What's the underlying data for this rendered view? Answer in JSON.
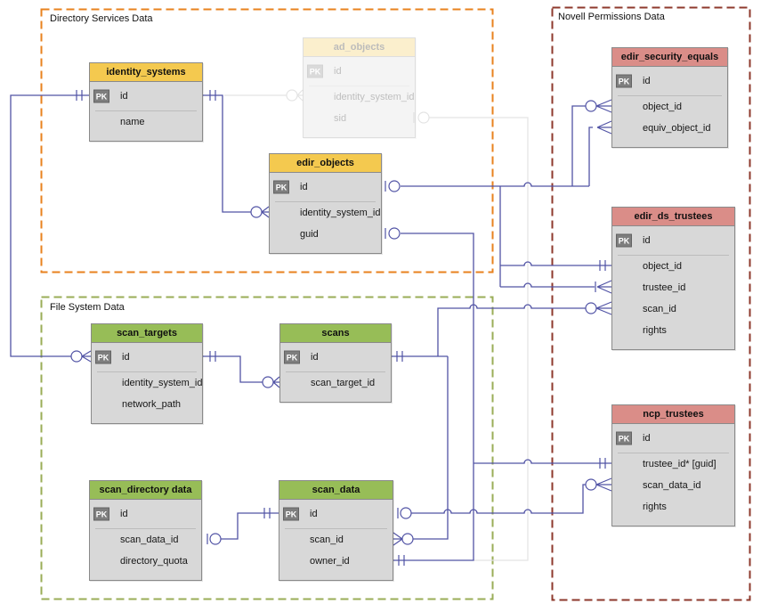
{
  "groups": [
    {
      "key": "directory_services",
      "label": "Directory Services Data",
      "color": "#e8821e"
    },
    {
      "key": "file_system",
      "label": "File System Data",
      "color": "#9aad57"
    },
    {
      "key": "novell_permissions",
      "label": "Novell Permissions Data",
      "color": "#8e392c"
    }
  ],
  "pk_badge": "PK",
  "tables": [
    {
      "key": "identity_systems",
      "title": "identity_systems",
      "header_color": "#f4c94f",
      "ghost": false,
      "fields": [
        {
          "name": "id",
          "pk": true
        },
        {
          "name": "name",
          "pk": false
        }
      ]
    },
    {
      "key": "ad_objects",
      "title": "ad_objects",
      "header_color": "#f4c94f",
      "ghost": true,
      "fields": [
        {
          "name": "id",
          "pk": true
        },
        {
          "name": "identity_system_id",
          "pk": false
        },
        {
          "name": "sid",
          "pk": false
        }
      ]
    },
    {
      "key": "edir_objects",
      "title": "edir_objects",
      "header_color": "#f4c94f",
      "ghost": false,
      "fields": [
        {
          "name": "id",
          "pk": true
        },
        {
          "name": "identity_system_id",
          "pk": false
        },
        {
          "name": "guid",
          "pk": false
        }
      ]
    },
    {
      "key": "edir_security_equals",
      "title": "edir_security_equals",
      "header_color": "#da8d88",
      "ghost": false,
      "fields": [
        {
          "name": "id",
          "pk": true
        },
        {
          "name": "object_id",
          "pk": false
        },
        {
          "name": "equiv_object_id",
          "pk": false
        }
      ]
    },
    {
      "key": "edir_ds_trustees",
      "title": "edir_ds_trustees",
      "header_color": "#da8d88",
      "ghost": false,
      "fields": [
        {
          "name": "id",
          "pk": true
        },
        {
          "name": "object_id",
          "pk": false
        },
        {
          "name": "trustee_id",
          "pk": false
        },
        {
          "name": "scan_id",
          "pk": false
        },
        {
          "name": "rights",
          "pk": false
        }
      ]
    },
    {
      "key": "ncp_trustees",
      "title": "ncp_trustees",
      "header_color": "#da8d88",
      "ghost": false,
      "fields": [
        {
          "name": "id",
          "pk": true
        },
        {
          "name": "trustee_id* [guid]",
          "pk": false
        },
        {
          "name": "scan_data_id",
          "pk": false
        },
        {
          "name": "rights",
          "pk": false
        }
      ]
    },
    {
      "key": "scan_targets",
      "title": "scan_targets",
      "header_color": "#97bd57",
      "ghost": false,
      "fields": [
        {
          "name": "id",
          "pk": true
        },
        {
          "name": "identity_system_id",
          "pk": false
        },
        {
          "name": "network_path",
          "pk": false
        }
      ]
    },
    {
      "key": "scans",
      "title": "scans",
      "header_color": "#97bd57",
      "ghost": false,
      "fields": [
        {
          "name": "id",
          "pk": true
        },
        {
          "name": "scan_target_id",
          "pk": false
        }
      ]
    },
    {
      "key": "scan_directory_data",
      "title": "scan_directory data",
      "header_color": "#97bd57",
      "ghost": false,
      "fields": [
        {
          "name": "id",
          "pk": true
        },
        {
          "name": "scan_data_id",
          "pk": false
        },
        {
          "name": "directory_quota",
          "pk": false
        }
      ]
    },
    {
      "key": "scan_data",
      "title": "scan_data",
      "header_color": "#97bd57",
      "ghost": false,
      "fields": [
        {
          "name": "id",
          "pk": true
        },
        {
          "name": "scan_id",
          "pk": false
        },
        {
          "name": "owner_id",
          "pk": false
        }
      ]
    }
  ],
  "colors": {
    "connector": "#5153a5",
    "ghost_connector": "#e4e4e4",
    "table_body": "#d8d8d8",
    "table_border": "#8a8a8a",
    "pk_badge_bg": "#7e7e7e"
  }
}
